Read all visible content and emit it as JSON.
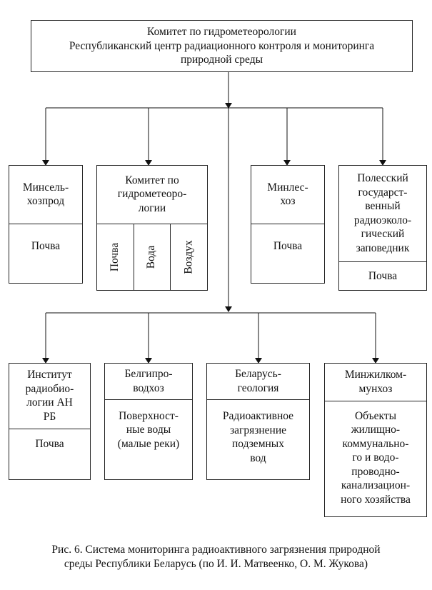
{
  "top": {
    "title": "Комитет по гидрометеорологии\nРеспубликанский центр радиационного контроля и мониторинга\nприродной среды"
  },
  "row1": [
    {
      "name": "Минсель-\nхозпрод",
      "sub": "Почва"
    },
    {
      "name": "Комитет по\nгидрометеоро-\nлогии",
      "subs": [
        "Почва",
        "Вода",
        "Воздух"
      ]
    },
    {
      "name": "Минлес-\nхоз",
      "sub": "Почва"
    },
    {
      "name": "Полесский\nгосударст-\nвенный\nрадиоэколо-\nгический\nзаповедник",
      "sub": "Почва"
    }
  ],
  "row2": [
    {
      "name": "Институт\nрадиобио-\nлогии АН\nРБ",
      "sub": "Почва"
    },
    {
      "name": "Белгипро-\nводхоз",
      "sub": "Поверхност-\nные воды\n(малые реки)"
    },
    {
      "name": "Беларусь-\nгеология",
      "sub": "Радиоактивное\nзагрязнение\nподземных\nвод"
    },
    {
      "name": "Минжилком-\nмунхоз",
      "sub": "Объекты\nжилищно-\nкоммунально-\nго и водо-\nпроводно-\nканализацион-\nного хозяйства"
    }
  ],
  "caption": "Рис. 6. Система мониторинга радиоактивного загрязнения природной\nсреды Республики Беларусь (по И. И. Матвеенко, О. М. Жукова)"
}
